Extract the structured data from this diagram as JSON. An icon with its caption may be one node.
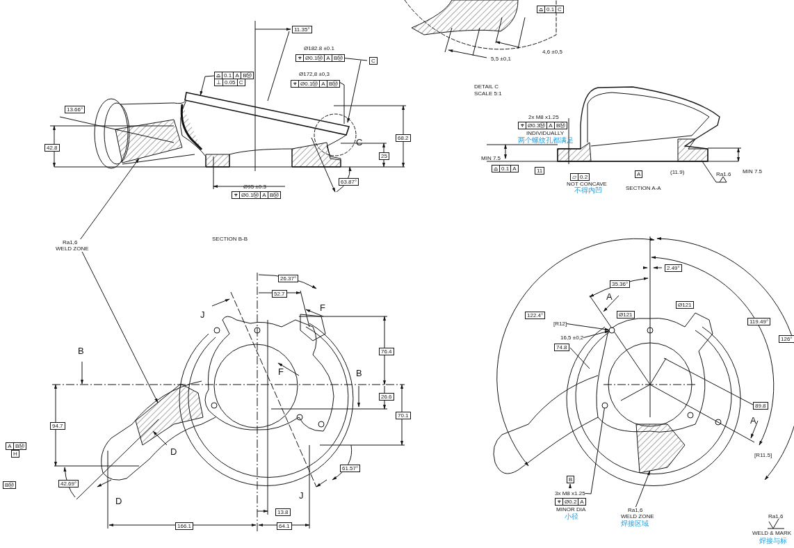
{
  "diagram": {
    "nodes": [
      {
        "text": [
          "Ra1,6",
          "WELD ZONE"
        ]
      },
      {
        "text": [
          "Ra1,6",
          "WELD ZONE",
          "焊接区域"
        ]
      },
      {
        "text": [
          "⌓",
          "0.1",
          "A",
          "BⓂ",
          "⊥",
          "0.05",
          "C"
        ]
      },
      {
        "text": [
          "[R12]"
        ]
      },
      {
        "text": [
          "16,5 ±0,2"
        ]
      },
      {
        "text": [
          "3x M8 x1.25"
        ]
      },
      {
        "text": [],
        "shape": "picture"
      },
      {
        "text": [],
        "shape": "picture"
      },
      {
        "text": [],
        "shape": "picture"
      },
      {
        "text": [],
        "shape": "bar"
      },
      {
        "text": [],
        "shape": "circle"
      },
      {
        "text": [],
        "shape": "circle"
      }
    ],
    "edges": [
      {
        "from": 0,
        "to": 6,
        "arrow": "to"
      },
      {
        "from": 0,
        "to": 7,
        "arrow": "to"
      },
      {
        "from": 1,
        "to": 8,
        "arrow": "to"
      },
      {
        "from": 2,
        "to": 9,
        "arrow": "to"
      },
      {
        "from": 3,
        "to": 10,
        "arrow": "to"
      },
      {
        "from": 4,
        "to": 10,
        "arrow": "to"
      },
      {
        "from": 5,
        "to": 11,
        "arrow": "none"
      }
    ],
    "labels": [
      "11.35°",
      "Ø182.8 ±0.1",
      "⌖",
      "Ø0.1Ⓜ",
      "A",
      "BⓂ",
      "C",
      "Ø172,8 ±0,3",
      "⌖",
      "Ø0.1Ⓜ",
      "A",
      "BⓂ",
      "13.66°",
      "42.8",
      "68.2",
      "C",
      "25",
      "Ø95 ±0.3",
      "⌖",
      "Ø0.1Ⓜ",
      "A",
      "BⓂ",
      "63.87°",
      "⌓",
      "0.1",
      "C",
      "5,5 ±0,1",
      "4,6 ±0,5",
      "DETAIL C",
      "SCALE 5:1",
      "2x M8 x1.25",
      "⌖",
      "Ø0.3Ⓜ",
      "A",
      "BⓂ",
      "INDIVIDUALLY",
      "两个螺纹孔都满足",
      "MIN 7.5",
      "⌓",
      "0.1",
      "A",
      "11",
      "▱",
      "0.2",
      "NOT CONCAVE",
      "不得内凹",
      "A",
      "(11.9)",
      "Ra1.6",
      "MIN 7.5",
      "SECTION A-A",
      "SECTION B-B",
      "26.37°",
      "52.7",
      "J",
      "F",
      "F",
      "B",
      "B",
      "76.4",
      "26.6",
      "70.1",
      "94.7",
      "D",
      "D",
      "42.69°",
      "61.57°",
      "J",
      "13.8",
      "166.1",
      "64.1",
      "A",
      "BⓂ",
      "H",
      "BⓂ",
      "2.49°",
      "35.36°",
      "A",
      "Ø121",
      "Ø121",
      "122.4°",
      "119.49°",
      "126°",
      "74.8",
      "89.8",
      "A",
      "[R11.5]",
      "B",
      "⌖",
      "Ø0.2",
      "A",
      "MINOR DIA",
      "小径",
      "Ra1,6",
      "WELD & MARK",
      "焊接与标"
    ]
  }
}
